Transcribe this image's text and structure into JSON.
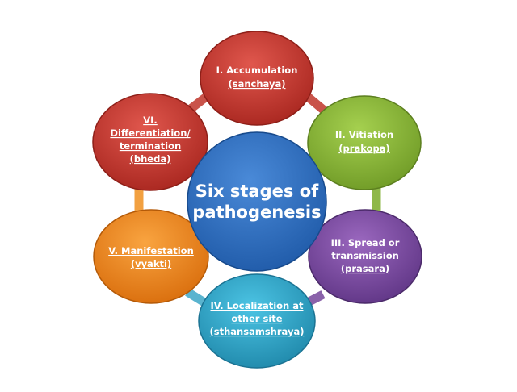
{
  "center": {
    "lines": [
      "Six stages of",
      "pathogenesis"
    ],
    "color": "#2f6fc0"
  },
  "stages": [
    {
      "lines": [
        "I. Accumulation",
        "(sanchaya)"
      ],
      "color": "#c0392f"
    },
    {
      "lines": [
        "II. Vitiation",
        "(prakopa)"
      ],
      "color": "#86b33a"
    },
    {
      "lines": [
        "III. Spread or",
        "transmission",
        "(prasara)"
      ],
      "color": "#7b4a9e"
    },
    {
      "lines": [
        "IV. Localization at",
        "other site",
        "(sthansamshraya)"
      ],
      "color": "#2fa6c8"
    },
    {
      "lines": [
        "V. Manifestation",
        "(vyakti)"
      ],
      "color": "#ef8a1e"
    },
    {
      "lines": [
        "VI.",
        "Differentiation/",
        "termination",
        "(bheda)"
      ],
      "color": "#c0392f"
    }
  ]
}
